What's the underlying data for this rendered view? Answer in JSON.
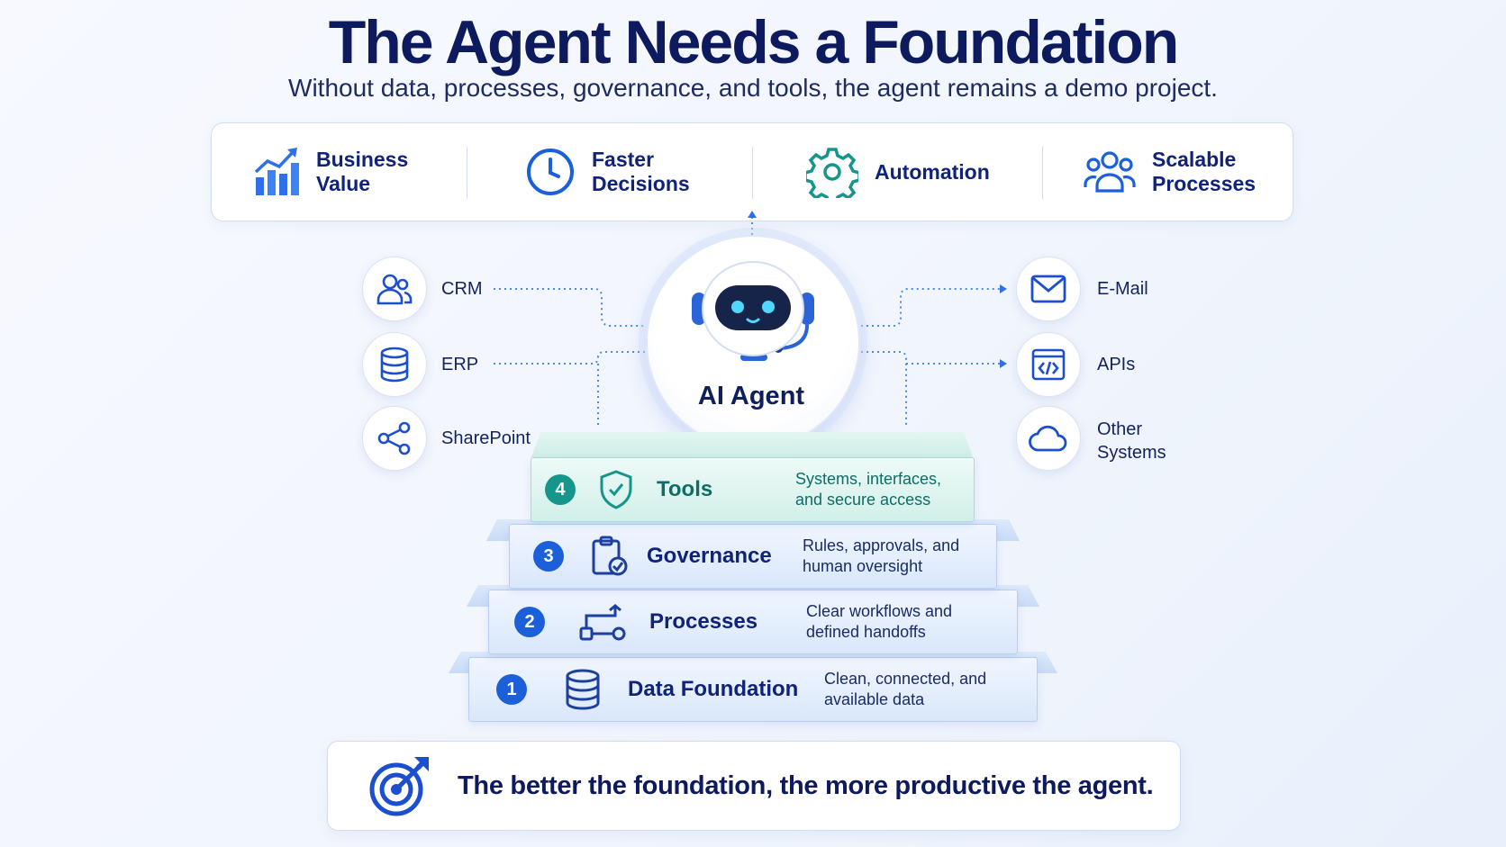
{
  "header": {
    "title": "The Agent Needs a Foundation",
    "subtitle": "Without data, processes, governance, and tools, the agent remains a demo project."
  },
  "benefits": [
    {
      "label": "Business\nValue",
      "icon": "bar-chart-up-icon"
    },
    {
      "label": "Faster\nDecisions",
      "icon": "clock-icon"
    },
    {
      "label": "Automation",
      "icon": "gear-icon"
    },
    {
      "label": "Scalable\nProcesses",
      "icon": "team-icon"
    }
  ],
  "agent": {
    "label": "AI Agent",
    "icon": "robot-icon"
  },
  "sources_left": [
    {
      "label": "CRM",
      "icon": "users-icon"
    },
    {
      "label": "ERP",
      "icon": "database-icon"
    },
    {
      "label": "SharePoint",
      "icon": "share-icon"
    }
  ],
  "targets_right": [
    {
      "label": "E-Mail",
      "icon": "mail-icon"
    },
    {
      "label": "APIs",
      "icon": "code-window-icon"
    },
    {
      "label": "Other\nSystems",
      "icon": "cloud-icon"
    }
  ],
  "layers": [
    {
      "number": "4",
      "name": "Tools",
      "description": "Systems, interfaces,\nand secure access",
      "icon": "shield-check-icon",
      "color": "#16958a"
    },
    {
      "number": "3",
      "name": "Governance",
      "description": "Rules, approvals, and\nhuman oversight",
      "icon": "clipboard-check-icon",
      "color": "#1b5fd9"
    },
    {
      "number": "2",
      "name": "Processes",
      "description": "Clear workflows and\ndefined handoffs",
      "icon": "workflow-icon",
      "color": "#1b5fd9"
    },
    {
      "number": "1",
      "name": "Data Foundation",
      "description": "Clean, connected, and\navailable data",
      "icon": "database-icon",
      "color": "#1b5fd9"
    }
  ],
  "footer": {
    "text": "The better the foundation, the more productive the agent.",
    "icon": "target-icon"
  },
  "colors": {
    "accent": "#1b5fd9",
    "navy": "#0d1a5e",
    "teal": "#16958a"
  }
}
